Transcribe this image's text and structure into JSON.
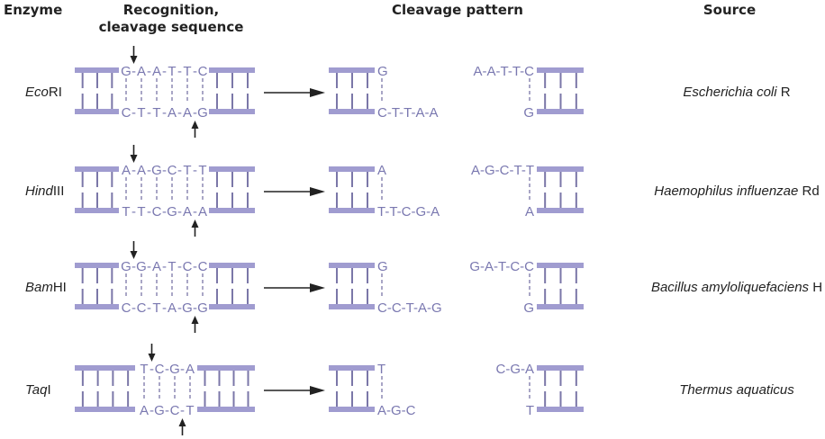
{
  "headers": {
    "enzyme": "Enzyme",
    "recognition_line1": "Recognition,",
    "recognition_line2": "cleavage sequence",
    "cleavage": "Cleavage pattern",
    "source": "Source"
  },
  "colors": {
    "strand": "#a09cd0",
    "base_text": "#7a78b0",
    "rung": "#7b77a8",
    "arrow": "#222222",
    "text": "#222222"
  },
  "rows": [
    {
      "enzyme_italic": "Eco",
      "enzyme_plain": "RI",
      "top": [
        "G",
        "A",
        "A",
        "T",
        "T",
        "C"
      ],
      "bottom": [
        "C",
        "T",
        "T",
        "A",
        "A",
        "G"
      ],
      "cut_top_after": 1,
      "cut_bottom_after": 5,
      "frag_left_top": "G",
      "frag_left_bottom": "C-T-T-A-A",
      "frag_right_top": "A-A-T-T-C",
      "frag_right_bottom": "G",
      "source_italic": "Escherichia coli",
      "source_plain": " R"
    },
    {
      "enzyme_italic": "Hind",
      "enzyme_plain": "III",
      "top": [
        "A",
        "A",
        "G",
        "C",
        "T",
        "T"
      ],
      "bottom": [
        "T",
        "T",
        "C",
        "G",
        "A",
        "A"
      ],
      "cut_top_after": 1,
      "cut_bottom_after": 5,
      "frag_left_top": "A",
      "frag_left_bottom": "T-T-C-G-A",
      "frag_right_top": "A-G-C-T-T",
      "frag_right_bottom": "A",
      "source_italic": "Haemophilus influenzae",
      "source_plain": " Rd"
    },
    {
      "enzyme_italic": "Bam",
      "enzyme_plain": "HI",
      "top": [
        "G",
        "G",
        "A",
        "T",
        "C",
        "C"
      ],
      "bottom": [
        "C",
        "C",
        "T",
        "A",
        "G",
        "G"
      ],
      "cut_top_after": 1,
      "cut_bottom_after": 5,
      "frag_left_top": "G",
      "frag_left_bottom": "C-C-T-A-G",
      "frag_right_top": "G-A-T-C-C",
      "frag_right_bottom": "G",
      "source_italic": "Bacillus amyloliquefaciens",
      "source_plain": " H"
    },
    {
      "enzyme_italic": "Taq",
      "enzyme_plain": "I",
      "top": [
        "T",
        "C",
        "G",
        "A"
      ],
      "bottom": [
        "A",
        "G",
        "C",
        "T"
      ],
      "cut_top_after": 1,
      "cut_bottom_after": 3,
      "frag_left_top": "T",
      "frag_left_bottom": "A-G-C",
      "frag_right_top": "C-G-A",
      "frag_right_bottom": "T",
      "source_italic": "Thermus aquaticus",
      "source_plain": ""
    }
  ]
}
